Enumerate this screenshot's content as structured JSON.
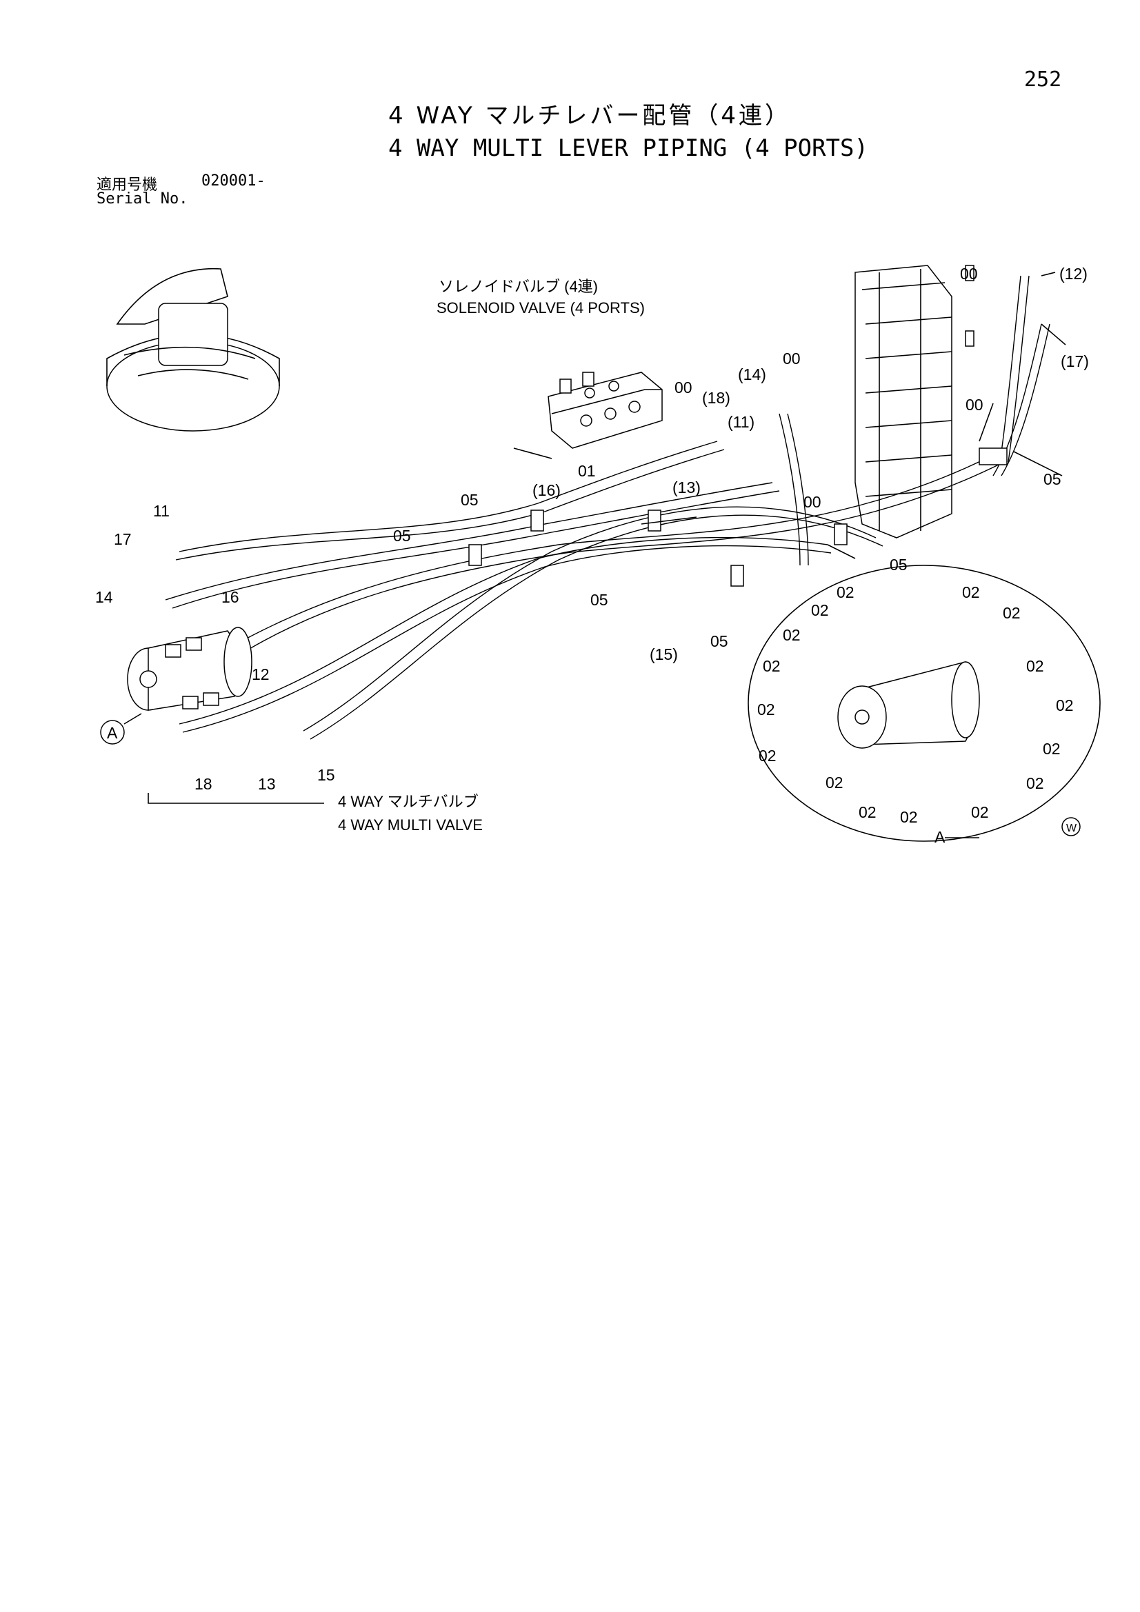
{
  "page": {
    "number": "252",
    "title_jp": "4 WAY マルチレバー配管（4連）",
    "title_en": "4 WAY MULTI LEVER PIPING (4 PORTS)",
    "serial_label_jp": "適用号機",
    "serial_number": "020001-",
    "serial_label_en": "Serial No."
  },
  "captions": {
    "solenoid_jp": "ソレノイドバルブ (4連)",
    "solenoid_en": "SOLENOID VALVE (4 PORTS)",
    "multi_valve_jp": "4 WAY マルチバルブ",
    "multi_valve_en": "4 WAY MULTI VALVE",
    "view_ref": "A",
    "view_marker": "A",
    "wm": "W"
  },
  "part_labels": {
    "p00_a": "00",
    "p12_paren": "(12)",
    "p17_paren": "(17)",
    "p00_b": "00",
    "p05_right": "05",
    "p05_mid_right": "05",
    "p00_c": "00",
    "p00_d": "00",
    "p14_paren": "(14)",
    "p18_paren": "(18)",
    "p11_paren": "(11)",
    "p00_e": "00",
    "p01": "01",
    "p13_paren": "(13)",
    "p16_paren": "(16)",
    "p05_top": "05",
    "p05_left": "05",
    "p05_center": "05",
    "p05_lower": "05",
    "p15_paren": "(15)",
    "p11": "11",
    "p17": "17",
    "p14": "14",
    "p16": "16",
    "p12": "12",
    "p18": "18",
    "p13": "13",
    "p15": "15"
  },
  "detail_labels": [
    "02",
    "02",
    "02",
    "02",
    "02",
    "02",
    "02",
    "02",
    "02",
    "02",
    "02",
    "02",
    "02",
    "02",
    "02",
    "02"
  ]
}
